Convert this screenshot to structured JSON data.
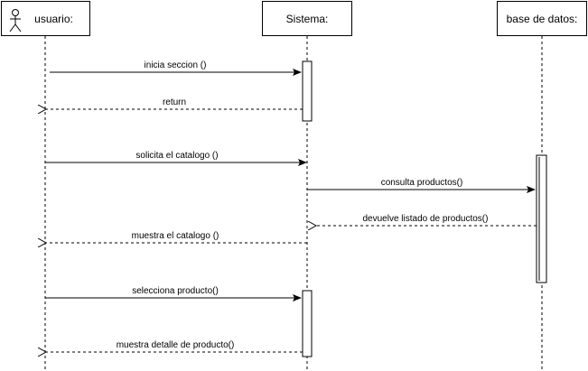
{
  "participants": {
    "usuario": "usuario:",
    "sistema": "Sistema:",
    "base_datos": "base de datos:"
  },
  "messages": [
    {
      "label": "inicia seccion ()",
      "from": "usuario",
      "to": "sistema",
      "kind": "call"
    },
    {
      "label": "return",
      "from": "sistema",
      "to": "usuario",
      "kind": "return"
    },
    {
      "label": "solicita el catalogo ()",
      "from": "usuario",
      "to": "sistema",
      "kind": "call"
    },
    {
      "label": "consulta productos()",
      "from": "sistema",
      "to": "base_datos",
      "kind": "call"
    },
    {
      "label": "devuelve listado de productos()",
      "from": "base_datos",
      "to": "sistema",
      "kind": "return"
    },
    {
      "label": "muestra el catalogo ()",
      "from": "sistema",
      "to": "usuario",
      "kind": "return"
    },
    {
      "label": "selecciona producto()",
      "from": "usuario",
      "to": "sistema",
      "kind": "call"
    },
    {
      "label": "muestra detalle de producto()",
      "from": "sistema",
      "to": "usuario",
      "kind": "return"
    }
  ],
  "colors": {
    "line": "#000000",
    "background": "#ffffff"
  }
}
